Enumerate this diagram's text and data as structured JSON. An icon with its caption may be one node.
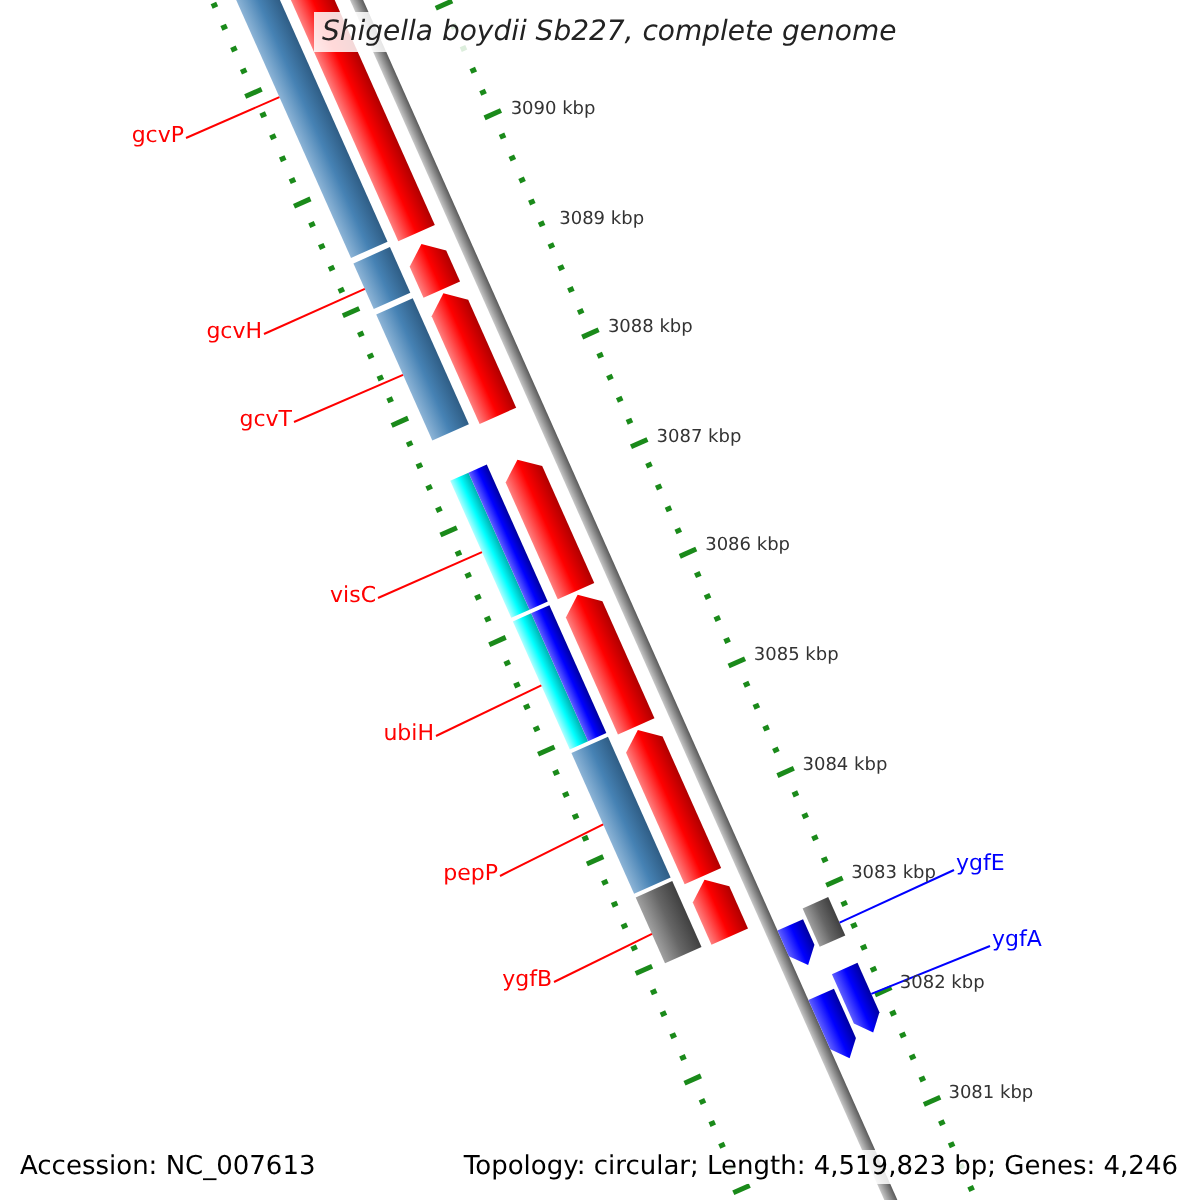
{
  "diagram": {
    "title": "Shigella boydii Sb227, complete genome",
    "nodes": [
      {
        "text": [
          "gcvP"
        ]
      },
      {
        "text": [
          "gcvH"
        ]
      },
      {
        "text": [
          "gcvT"
        ]
      },
      {
        "text": [
          "visC"
        ]
      },
      {
        "text": [
          "ubiH"
        ]
      },
      {
        "text": [
          "pepP"
        ]
      },
      {
        "text": [
          "ygfB"
        ]
      },
      {
        "text": [
          "ygfE"
        ]
      },
      {
        "text": [
          "ygfA"
        ]
      },
      {
        "text": [],
        "shape": "bar"
      },
      {
        "text": [],
        "shape": "bar"
      },
      {
        "text": [],
        "shape": "bar"
      },
      {
        "text": [],
        "shape": "bar"
      },
      {
        "text": [],
        "shape": "bar"
      },
      {
        "text": [],
        "shape": "bar"
      },
      {
        "text": [],
        "shape": "bar"
      },
      {
        "text": [],
        "shape": "box"
      },
      {
        "text": [],
        "shape": "arrow"
      },
      {
        "text": [],
        "shape": "arrow"
      },
      {
        "text": [],
        "shape": "arrow"
      },
      {
        "text": [],
        "shape": "arrow"
      },
      {
        "text": [],
        "shape": "arrow"
      },
      {
        "text": [],
        "shape": "arrow"
      },
      {
        "text": [],
        "shape": "arrow"
      },
      {
        "text": [],
        "shape": "arrow"
      },
      {
        "text": [],
        "shape": "arrow"
      },
      {
        "text": [],
        "shape": "arrow"
      }
    ],
    "edges": [
      {
        "from": 0,
        "to": 9,
        "arrow": "none"
      },
      {
        "from": 1,
        "to": 10,
        "arrow": "none"
      },
      {
        "from": 2,
        "to": 11,
        "arrow": "none"
      },
      {
        "from": 3,
        "to": 12,
        "arrow": "none"
      },
      {
        "from": 4,
        "to": 13,
        "arrow": "none"
      },
      {
        "from": 5,
        "to": 14,
        "arrow": "none"
      },
      {
        "from": 6,
        "to": 15,
        "arrow": "none"
      },
      {
        "from": 7,
        "to": 16,
        "arrow": "none",
        "color": "#0000ff"
      },
      {
        "from": 8,
        "to": 17,
        "arrow": "none",
        "color": "#0000ff"
      }
    ],
    "labels": [
      "3090 kbp",
      "3089 kbp",
      "3088 kbp",
      "3087 kbp",
      "3086 kbp",
      "3085 kbp",
      "3084 kbp",
      "3083 kbp",
      "3082 kbp",
      "3081 kbp",
      "Accession: NC_007613",
      "Topology: circular; Length: 4,519,823 bp; Genes: 4,246"
    ]
  }
}
